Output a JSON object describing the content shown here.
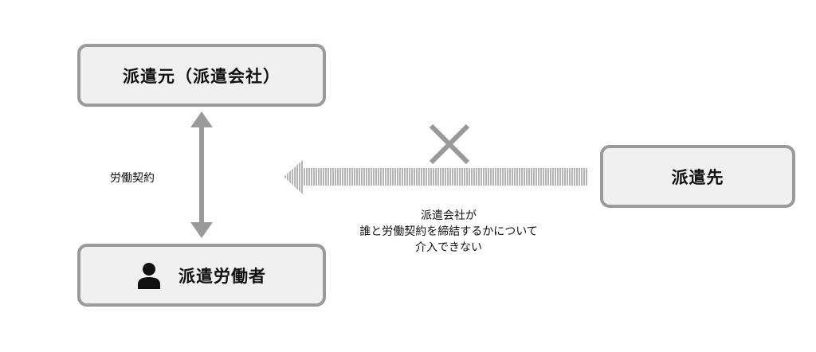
{
  "nodes": {
    "dispatcher": "派遣元（派遣会社）",
    "worker": "派遣労働者",
    "client": "派遣先"
  },
  "edges": {
    "employment_contract": "労働契約",
    "no_intervention_note": [
      "派遣会社が",
      "誰と労働契約を締結するかについて",
      "介入できない"
    ]
  },
  "icons": {
    "worker": "person-icon",
    "blocked": "cross-icon"
  },
  "colors": {
    "box_fill": "#f0f0f0",
    "box_border": "#9a9a9a",
    "arrow": "#9a9a9a",
    "cross": "#9a9a9a"
  }
}
